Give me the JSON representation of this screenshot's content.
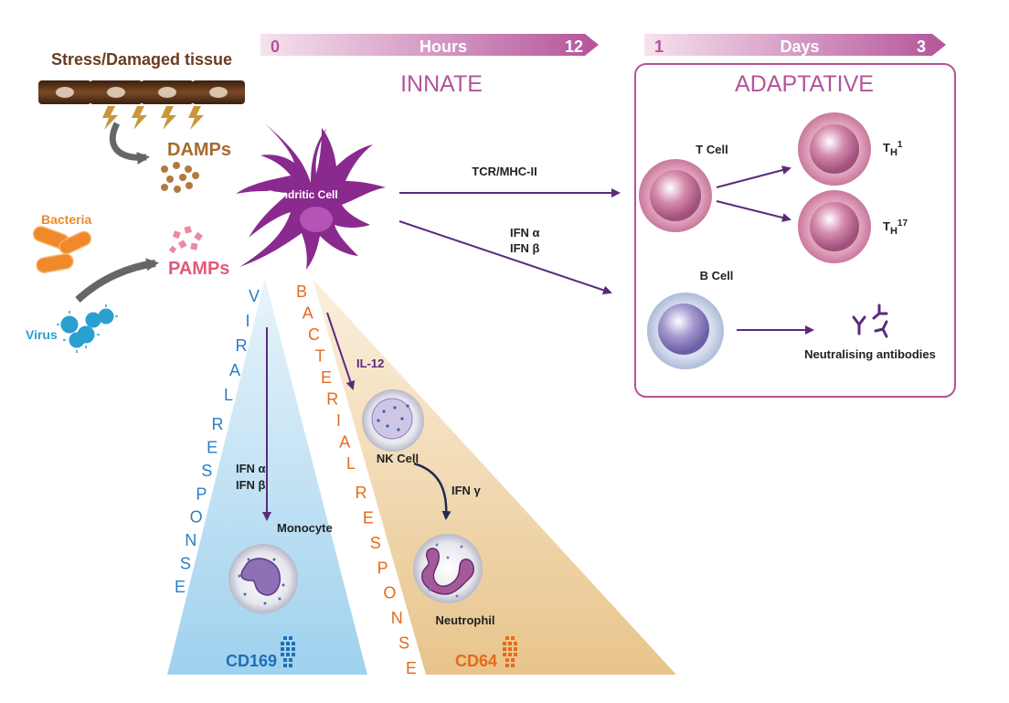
{
  "timeline": {
    "hours": {
      "start": "0",
      "label": "Hours",
      "end": "12"
    },
    "days": {
      "start": "1",
      "label": "Days",
      "end": "3"
    },
    "innate_label": "INNATE",
    "adaptive_label": "ADAPTATIVE"
  },
  "damage": {
    "title": "Stress/Damaged tissue",
    "damps_label": "DAMPs"
  },
  "pathogens": {
    "bacteria_label": "Bacteria",
    "virus_label": "Virus",
    "pamps_label": "PAMPs"
  },
  "dendritic": {
    "label": "Dendritic Cell",
    "tcr_label": "TCR/MHC-II",
    "ifn_a": "IFN α",
    "ifn_b": "IFN β"
  },
  "adaptive": {
    "tcell_label": "T Cell",
    "th1_main": "T",
    "th1_sub": "H",
    "th1_sup": "1",
    "th17_main": "T",
    "th17_sub": "H",
    "th17_sup": "17",
    "bcell_label": "B Cell",
    "antibodies_label": "Neutralising antibodies"
  },
  "viral": {
    "vertical_word_1": [
      "V",
      "I",
      "R",
      "A",
      "L"
    ],
    "vertical_word_2": [
      "R",
      "E",
      "S",
      "P",
      "O",
      "N",
      "S",
      "E"
    ],
    "ifn_a": "IFN α",
    "ifn_b": "IFN β",
    "monocyte_label": "Monocyte",
    "marker_label": "CD169"
  },
  "bacterial": {
    "vertical_word_1": [
      "B",
      "A",
      "C",
      "T",
      "E",
      "R",
      "I",
      "A",
      "L"
    ],
    "vertical_word_2": [
      "R",
      "E",
      "S",
      "P",
      "O",
      "N",
      "S",
      "E"
    ],
    "il12_label": "IL-12",
    "nk_label": "NK Cell",
    "ifn_g": "IFN γ",
    "neutrophil_label": "Neutrophil",
    "marker_label": "CD64"
  },
  "colors": {
    "purple": "#5c2a7a",
    "magenta": "#b4549a",
    "brown": "#6b3c1e",
    "orange": "#e98a2f",
    "pink": "#e05a7a",
    "cyan": "#2aa0d0",
    "blue_text": "#1e6fb5",
    "orange_text": "#e56a1c"
  }
}
